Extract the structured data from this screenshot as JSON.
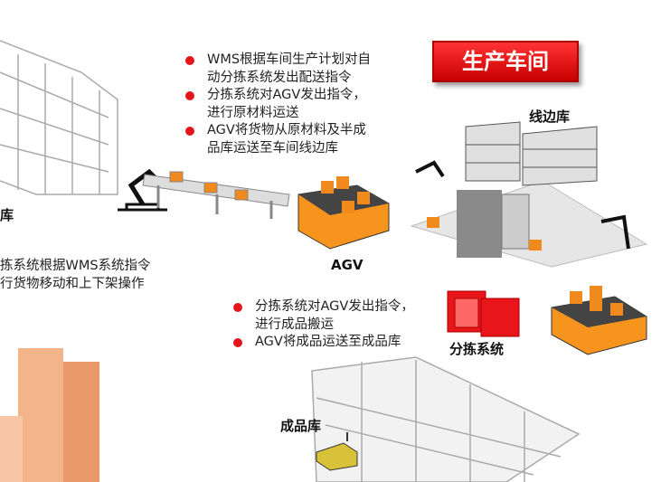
{
  "title": "生产车间",
  "labels": {
    "line_side": "线边库",
    "agv": "AGV",
    "sorting": "分拣系统",
    "finished": "成品库",
    "left_fragment": "库"
  },
  "left_text": [
    "拣系统根据WMS系统指令",
    "行货物移动和上下架操作"
  ],
  "bullets_top": [
    [
      "WMS根据车间生产计划对自",
      "动分拣系统发出配送指令"
    ],
    [
      "分拣系统对AGV发出指令，",
      "进行原材料运送"
    ],
    [
      "AGV将货物从原材料及半成",
      "品库运送至车间线边库"
    ]
  ],
  "bullets_bottom": [
    [
      "分拣系统对AGV发出指令，",
      "进行成品搬运"
    ],
    [
      "AGV将成品运送至成品库"
    ]
  ],
  "colors": {
    "accent": "#e3161b",
    "box": "#f08a1c",
    "agv": "#f7941d"
  }
}
